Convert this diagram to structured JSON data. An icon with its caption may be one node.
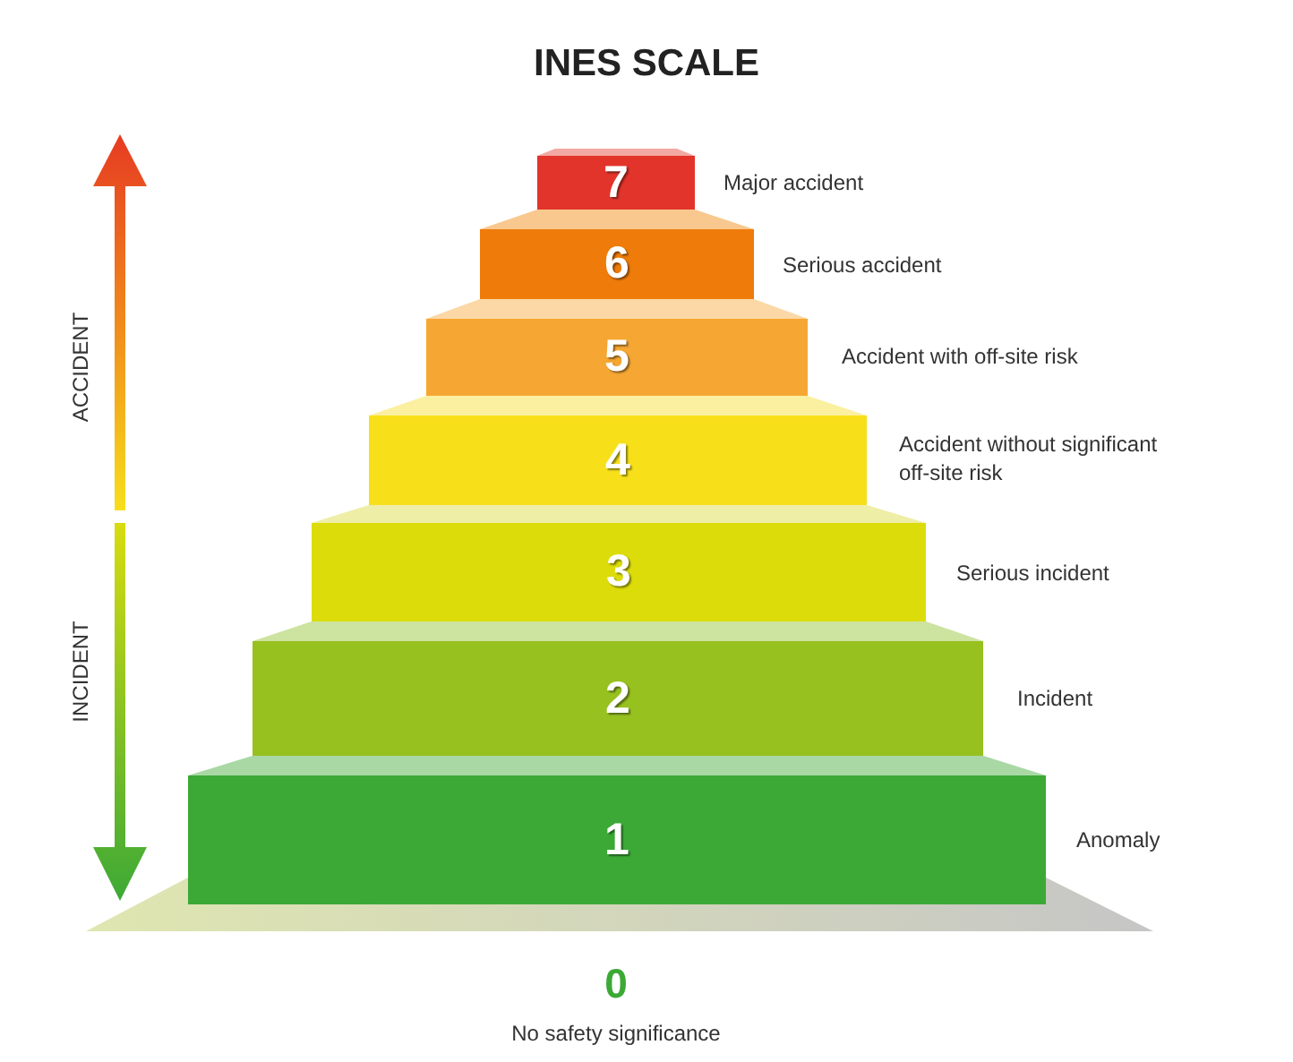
{
  "diagram": {
    "title": "INES SCALE",
    "nodes": [
      {
        "text": [
          "7"
        ],
        "beside": [
          "Major accident"
        ]
      },
      {
        "text": [
          "6"
        ],
        "beside": [
          "Serious accident"
        ]
      },
      {
        "text": [
          "5"
        ],
        "beside": [
          "Accident with off-site risk"
        ]
      },
      {
        "text": [
          "4"
        ],
        "beside": [
          "Accident without significant off-site risk"
        ]
      },
      {
        "text": [
          "3"
        ],
        "beside": [
          "Serious incident"
        ]
      },
      {
        "text": [
          "2"
        ],
        "beside": [
          "Incident"
        ]
      },
      {
        "text": [
          "1"
        ],
        "beside": [
          "Anomaly"
        ]
      },
      {
        "text": [
          "0"
        ],
        "beside": [
          "No safety significance"
        ]
      }
    ],
    "edges": [],
    "labels": [
      "ACCIDENT",
      "INCIDENT"
    ]
  }
}
